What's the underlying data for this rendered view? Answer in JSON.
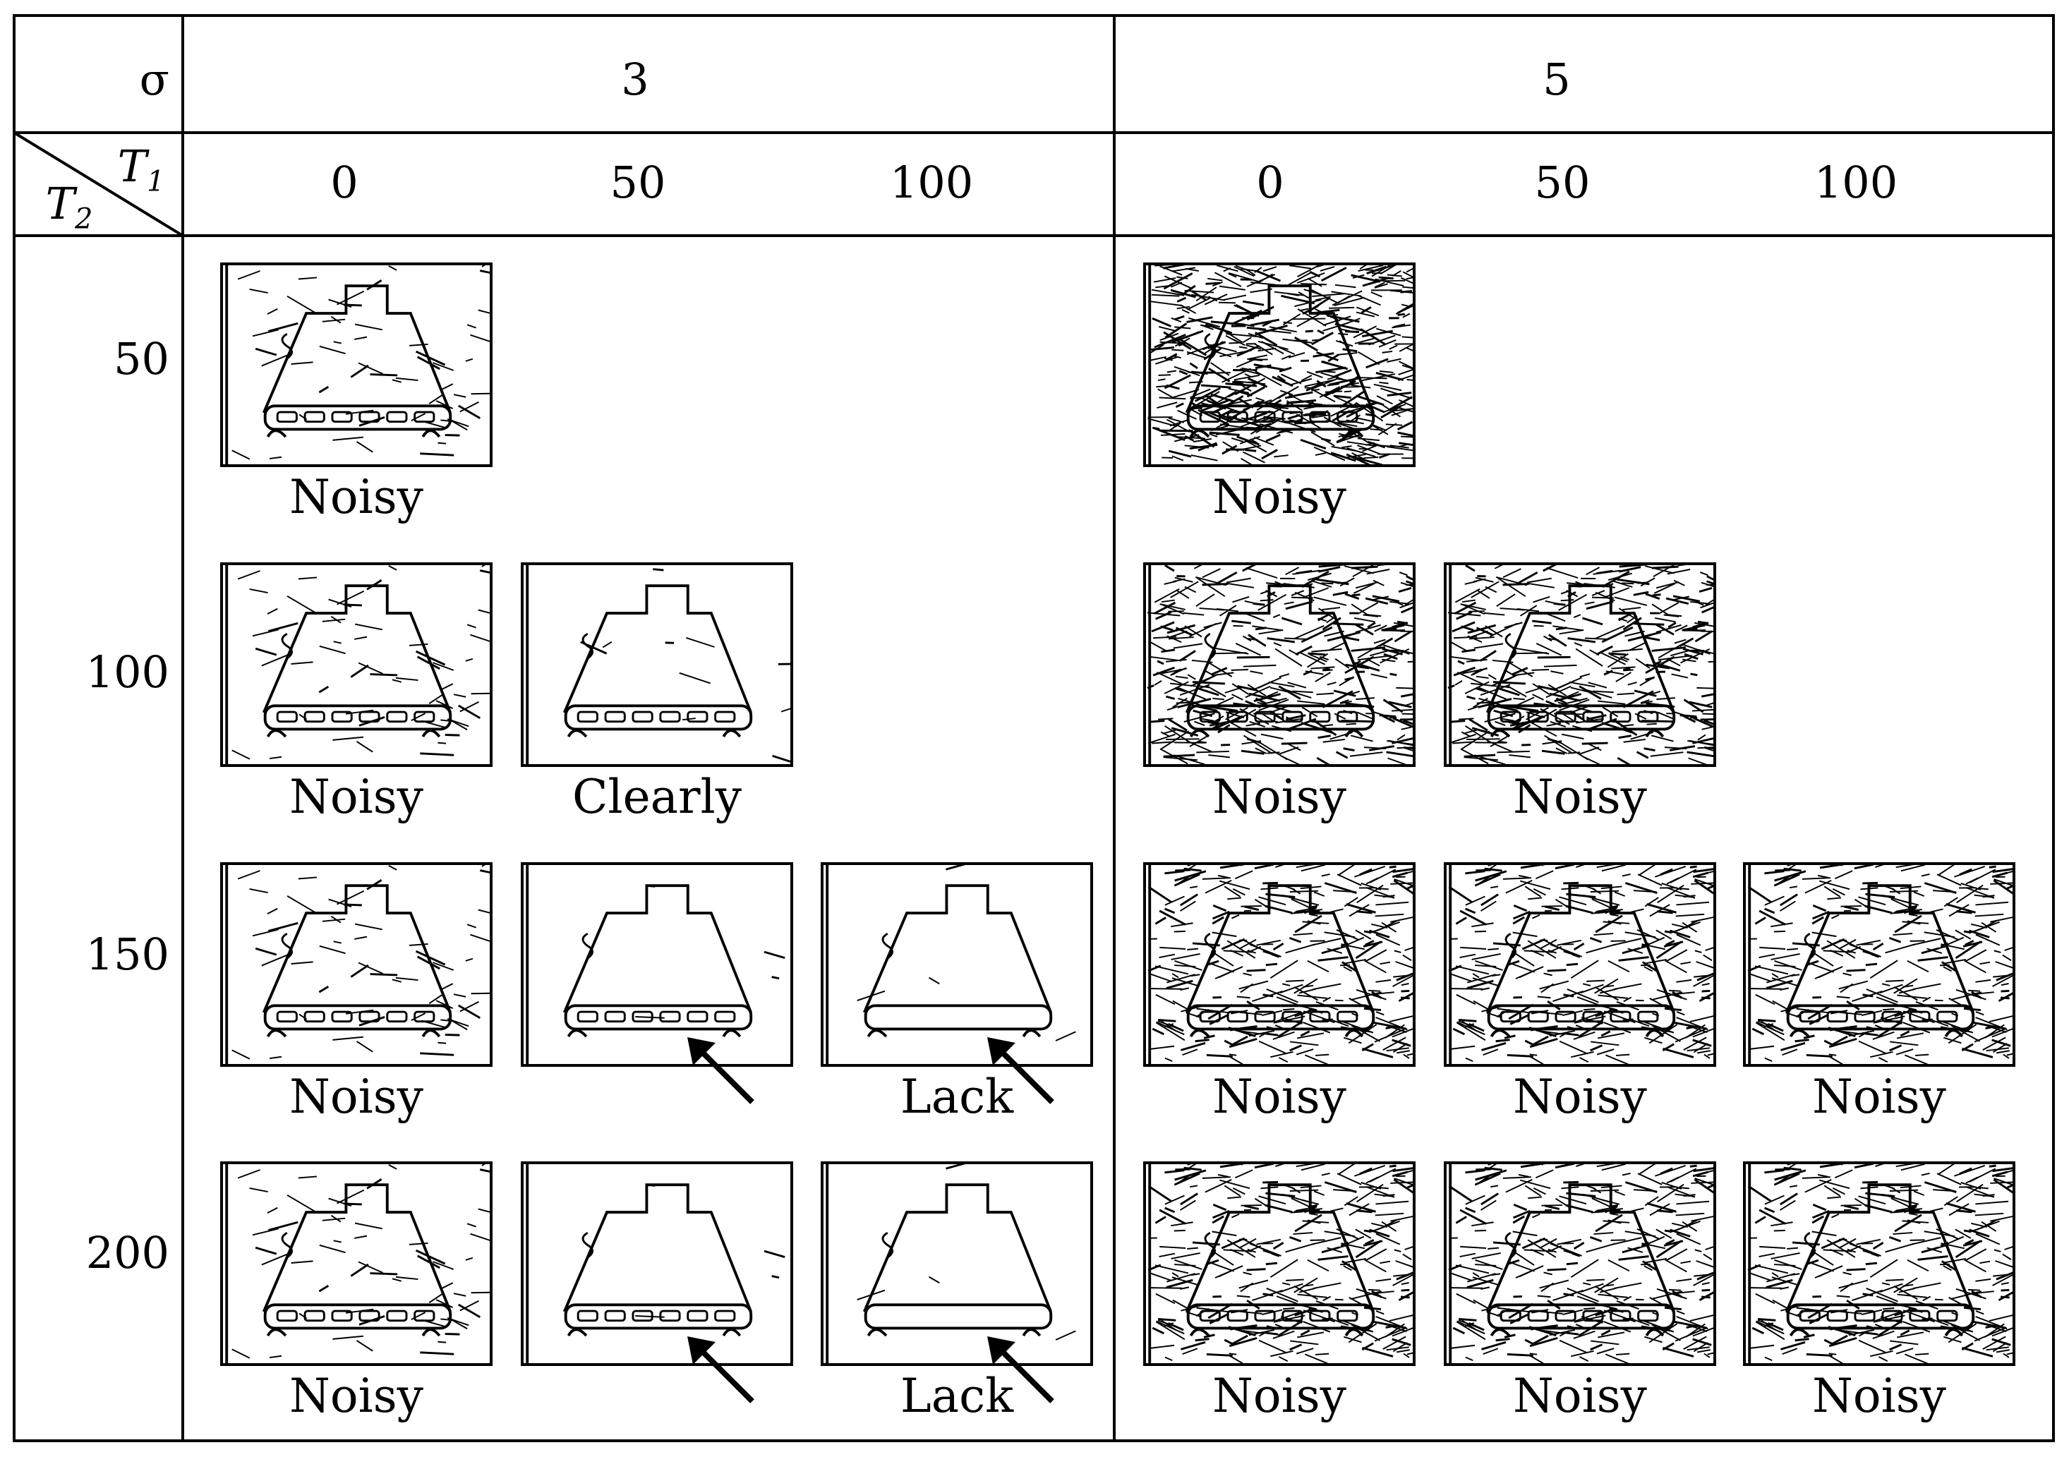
{
  "table": {
    "sigma_label": "σ",
    "sigma_values": [
      "3",
      "5"
    ],
    "t1_label": "T",
    "t1_sub": "1",
    "t2_label": "T",
    "t2_sub": "2",
    "t1_values": [
      "0",
      "50",
      "100",
      "0",
      "50",
      "100"
    ],
    "t2_values": [
      "50",
      "100",
      "150",
      "200"
    ]
  },
  "captions": {
    "r0c0": "Noisy",
    "r0c3": "Noisy",
    "r1c0": "Noisy",
    "r1c1": "Clearly",
    "r1c3": "Noisy",
    "r1c4": "Noisy",
    "r2c0": "Noisy",
    "r2c2": "Lack",
    "r2c3": "Noisy",
    "r2c4": "Noisy",
    "r2c5": "Noisy",
    "r3c0": "Noisy",
    "r3c2": "Lack",
    "r3c3": "Noisy",
    "r3c4": "Noisy",
    "r3c5": "Noisy"
  },
  "colors": {
    "ink": "#000000",
    "paper": "#ffffff"
  }
}
